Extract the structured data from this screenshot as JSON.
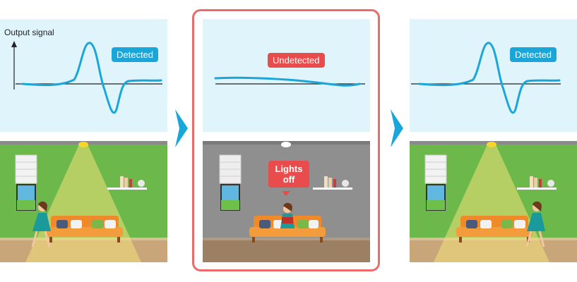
{
  "axis": {
    "ylabel": "Output signal"
  },
  "panels": [
    {
      "status": "Detected",
      "state": "detected",
      "lights": "on"
    },
    {
      "status": "Undetected",
      "state": "undetected",
      "lights": "off",
      "note_line1": "Lights",
      "note_line2": "off"
    },
    {
      "status": "Detected",
      "state": "detected",
      "lights": "on"
    }
  ],
  "colors": {
    "signal": "#1aa6d9",
    "detected_badge": "#1aa6d9",
    "undetected_badge": "#e84c4c",
    "highlight_frame": "#ec6a6a",
    "wall_lit": "#6cb84a",
    "wall_dark": "#8f8f8f",
    "floor_lit": "#c9a57a",
    "floor_dark": "#9c8064",
    "sofa": "#f08a28",
    "step_arrow": "#1aa6d9"
  }
}
